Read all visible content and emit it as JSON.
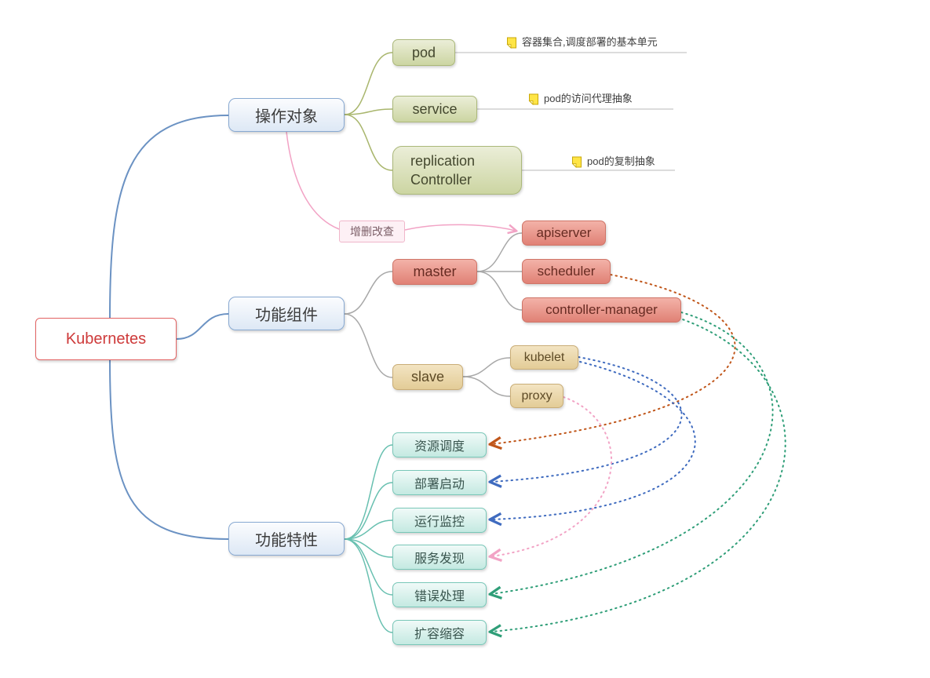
{
  "root": {
    "label": "Kubernetes"
  },
  "level1": {
    "objects": "操作对象",
    "components": "功能组件",
    "features": "功能特性"
  },
  "objects": {
    "pod": {
      "label": "pod",
      "note": "容器集合,调度部署的基本单元"
    },
    "service": {
      "label": "service",
      "note": "pod的访问代理抽象"
    },
    "replication": {
      "label": "replication Controller",
      "note": "pod的复制抽象"
    }
  },
  "components": {
    "master": {
      "label": "master"
    },
    "apiserver": {
      "label": "apiserver"
    },
    "scheduler": {
      "label": "scheduler"
    },
    "controller_manager": {
      "label": "controller-manager"
    },
    "slave": {
      "label": "slave"
    },
    "kubelet": {
      "label": "kubelet"
    },
    "proxy": {
      "label": "proxy"
    }
  },
  "features": [
    "资源调度",
    "部署启动",
    "运行监控",
    "服务发现",
    "错误处理",
    "扩容缩容"
  ],
  "relationship": {
    "label": "增删改查"
  },
  "icons": {
    "note": "yellow-sticky-note-icon"
  },
  "colors": {
    "root_border": "#e26363",
    "root_text": "#ce3a3a",
    "branch_border": "#88a9d2",
    "olive_fill": "#ccd5a2",
    "salmon_fill": "#e08175",
    "tan_fill": "#e3cc97",
    "teal_fill": "#c4e9e1",
    "note_yellow": "#ffe546",
    "link_orange": "#c0561a",
    "link_blue": "#3f6bbf",
    "link_pink": "#f2a3c5",
    "link_green": "#2f9e78"
  }
}
